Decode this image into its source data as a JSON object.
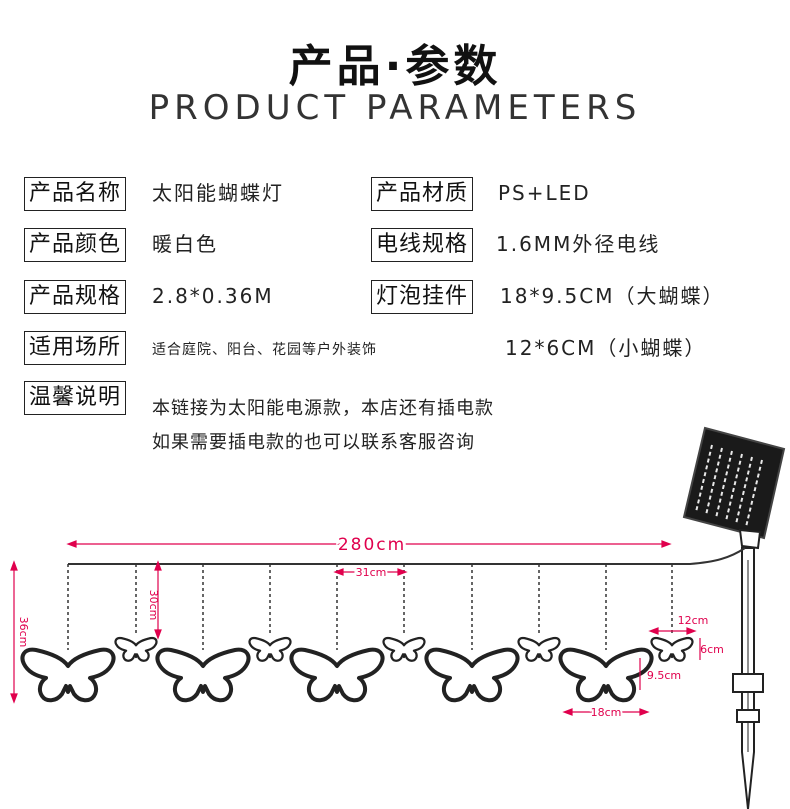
{
  "header": {
    "title_cn": "产品·参数",
    "title_en": "PRODUCT PARAMETERS"
  },
  "params": {
    "name_label": "产品名称",
    "name_value": "太阳能蝴蝶灯",
    "material_label": "产品材质",
    "material_value": "PS+LED",
    "color_label": "产品颜色",
    "color_value": "暖白色",
    "wire_label": "电线规格",
    "wire_value": "1.6MM外径电线",
    "spec_label": "产品规格",
    "spec_value": "2.8*0.36M",
    "pendant_label": "灯泡挂件",
    "pendant_value_large": "18*9.5CM（大蝴蝶）",
    "place_label": "适用场所",
    "place_value": "适合庭院、阳台、花园等户外装饰",
    "pendant_value_small": "12*6CM（小蝴蝶）",
    "note_label": "温馨说明",
    "note_line1": "本链接为太阳能电源款，本店还有插电款",
    "note_line2": "如果需要插电款的也可以联系客服咨询"
  },
  "diagram": {
    "total_length": "280cm",
    "spacing": "31cm",
    "drop_height": "36cm",
    "string_length": "30cm",
    "small_width": "12cm",
    "small_height": "6cm",
    "large_height": "9.5cm",
    "large_width": "18cm",
    "dimension_color": "#e0004d",
    "line_color": "#333333"
  }
}
